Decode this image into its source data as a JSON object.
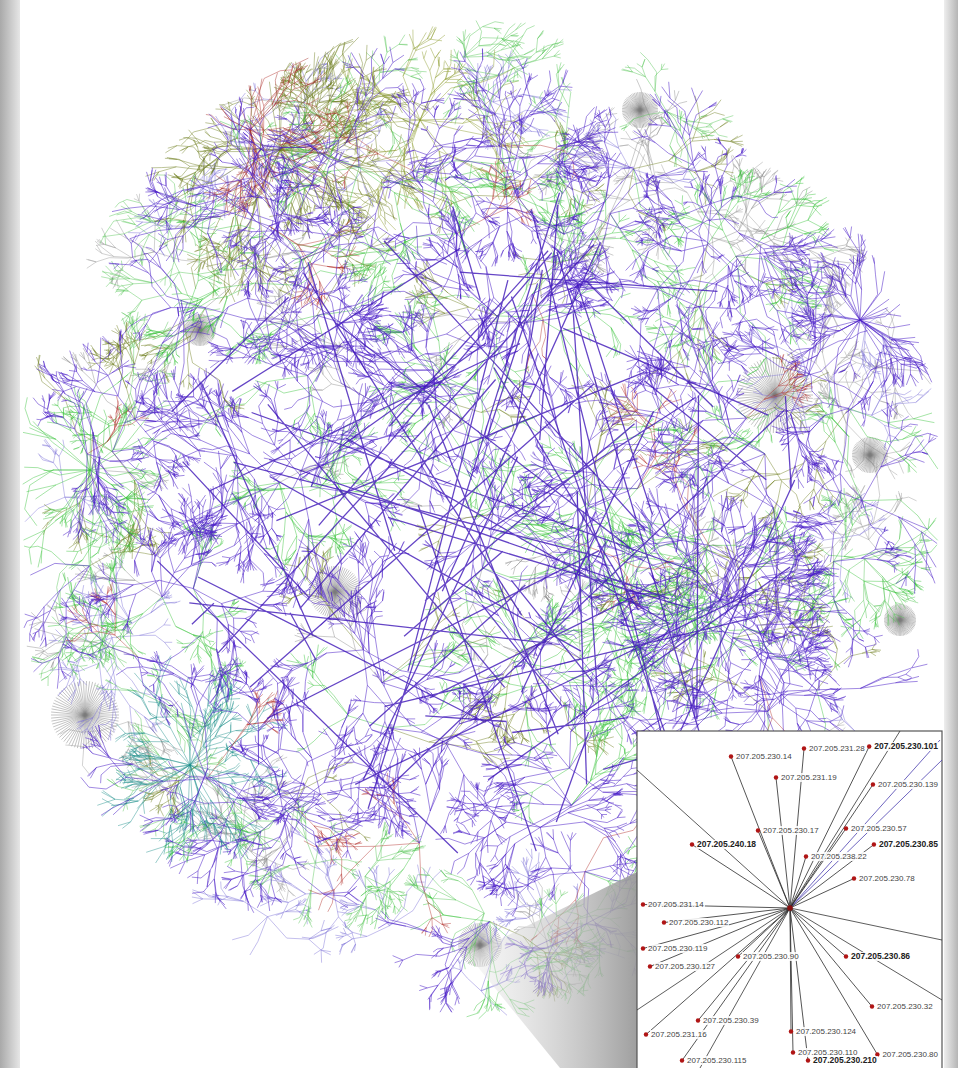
{
  "diagram": {
    "labels": [
      "207.205.230.14",
      "207.205.231.28",
      "207.205.230.101",
      "207.205.231.19",
      "207.205.230.17",
      "207.205.230.57",
      "207.205.240.18",
      "207.205.238.22",
      "207.205.230.78",
      "207.205.230.85",
      "207.205.230.139",
      "207.205.231.14",
      "207.205.230.112",
      "207.205.230.119",
      "207.205.230.127",
      "207.205.230.90",
      "207.205.230.86",
      "207.205.230.124",
      "207.205.230.39",
      "207.205.231.16",
      "207.205.230.110",
      "207.205.230.115",
      "207.205.230.210",
      "207.205.230.80",
      "207.205.230.32"
    ]
  }
}
